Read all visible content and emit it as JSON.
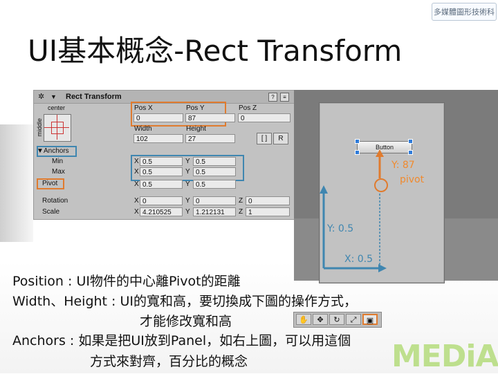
{
  "header": {
    "logo_text": "多媒體圖形技術科",
    "title": "UI基本概念-Rect Transform"
  },
  "inspector": {
    "component_title": "Rect Transform",
    "anchor_preset_top": "center",
    "anchor_preset_left": "middle",
    "labels": {
      "pos_x": "Pos X",
      "pos_y": "Pos Y",
      "pos_z": "Pos Z",
      "width": "Width",
      "height": "Height",
      "anchors": "Anchors",
      "min": "Min",
      "max": "Max",
      "pivot": "Pivot",
      "rotation": "Rotation",
      "scale": "Scale",
      "x": "X",
      "y": "Y",
      "z": "Z"
    },
    "values": {
      "pos_x": "0",
      "pos_y": "87",
      "pos_z": "0",
      "width": "102",
      "height": "27",
      "min_x": "0.5",
      "min_y": "0.5",
      "max_x": "0.5",
      "max_y": "0.5",
      "pivot_x": "0.5",
      "pivot_y": "0.5",
      "rot_x": "0",
      "rot_y": "0",
      "rot_z": "0",
      "scale_x": "4.210525",
      "scale_y": "1.212131",
      "scale_z": "1"
    },
    "blueprint_button": "[ ]",
    "raw_button": "R"
  },
  "scene": {
    "button_label": "Button",
    "y_offset_label": "Y: 87",
    "pivot_label": "pivot",
    "y_anchor_label": "Y: 0.5",
    "x_anchor_label": "X: 0.5"
  },
  "body": {
    "line1": "Position : UI物件的中心離Pivot的距離",
    "line2": "Width、Height : UI的寬和高，要切換成下圖的操作方式，",
    "line3": "才能修改寬和高",
    "line4": "Anchors : 如果是把UI放到Panel，如右上圖，可以用這個",
    "line5": "方式來對齊，百分比的概念"
  },
  "toolbar": {
    "tools": [
      "hand-tool-icon",
      "move-tool-icon",
      "rotate-tool-icon",
      "scale-tool-icon",
      "rect-tool-icon"
    ],
    "active": "rect-tool-icon"
  },
  "watermark": "MEDiA",
  "colors": {
    "orange": "#e07b2e",
    "blue": "#3f86b0",
    "accent_green": "#9ad24a"
  }
}
